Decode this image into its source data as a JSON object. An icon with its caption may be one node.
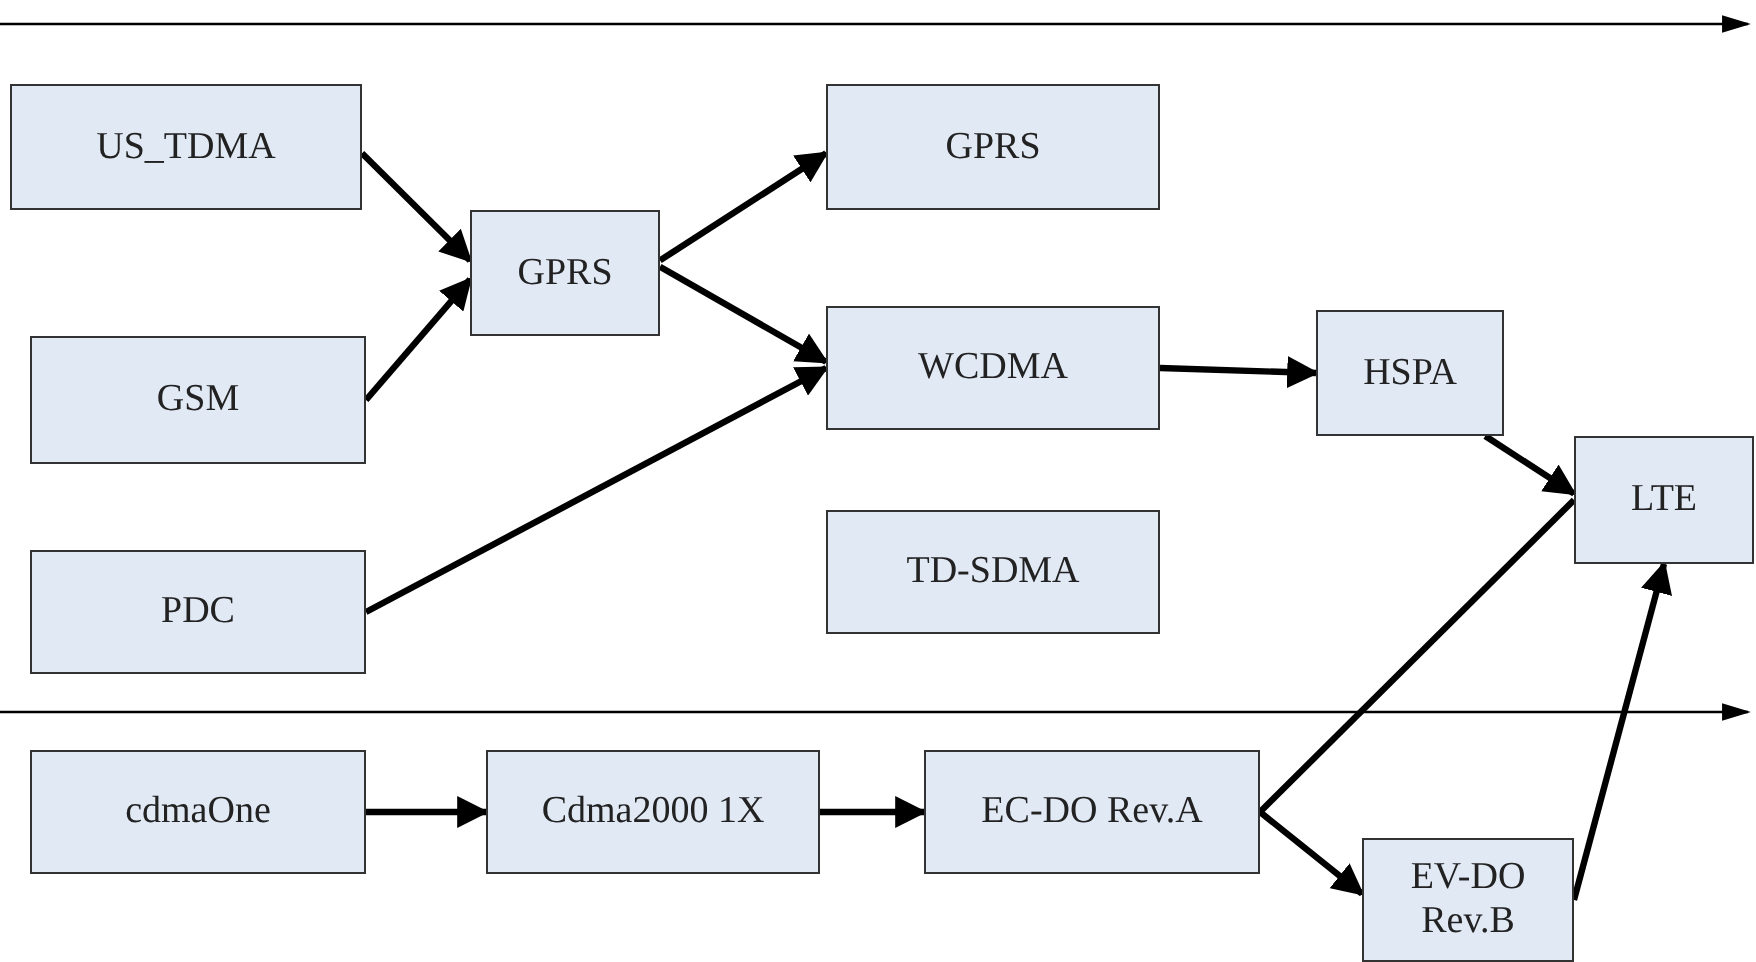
{
  "diagram": {
    "nodes": [
      {
        "text": [
          "US_TDMA"
        ]
      },
      {
        "text": [
          "GSM"
        ]
      },
      {
        "text": [
          "PDC"
        ]
      },
      {
        "text": [
          "GPRS"
        ]
      },
      {
        "text": [
          "GPRS"
        ]
      },
      {
        "text": [
          "WCDMA"
        ]
      },
      {
        "text": [
          "TD-SDMA"
        ]
      },
      {
        "text": [
          "HSPA"
        ]
      },
      {
        "text": [
          "LTE"
        ]
      },
      {
        "text": [
          "cdmaOne"
        ]
      },
      {
        "text": [
          "Cdma2000 1X"
        ]
      },
      {
        "text": [
          "EC-DO Rev.A"
        ]
      },
      {
        "text": [
          "EV-DO Rev.B"
        ]
      }
    ],
    "edges": [
      {
        "from": 0,
        "to": 3,
        "arrow": "to"
      },
      {
        "from": 1,
        "to": 3,
        "arrow": "to"
      },
      {
        "from": 3,
        "to": 4,
        "arrow": "to"
      },
      {
        "from": 3,
        "to": 5,
        "arrow": "to"
      },
      {
        "from": 2,
        "to": 5,
        "arrow": "to"
      },
      {
        "from": 5,
        "to": 7,
        "arrow": "to"
      },
      {
        "from": 7,
        "to": 8,
        "arrow": "to"
      },
      {
        "from": 9,
        "to": 10,
        "arrow": "to"
      },
      {
        "from": 10,
        "to": 11,
        "arrow": "to"
      },
      {
        "from": 11,
        "to": 8,
        "arrow": "none"
      },
      {
        "from": 11,
        "to": 12,
        "arrow": "to"
      },
      {
        "from": 12,
        "to": 8,
        "arrow": "to"
      }
    ]
  }
}
